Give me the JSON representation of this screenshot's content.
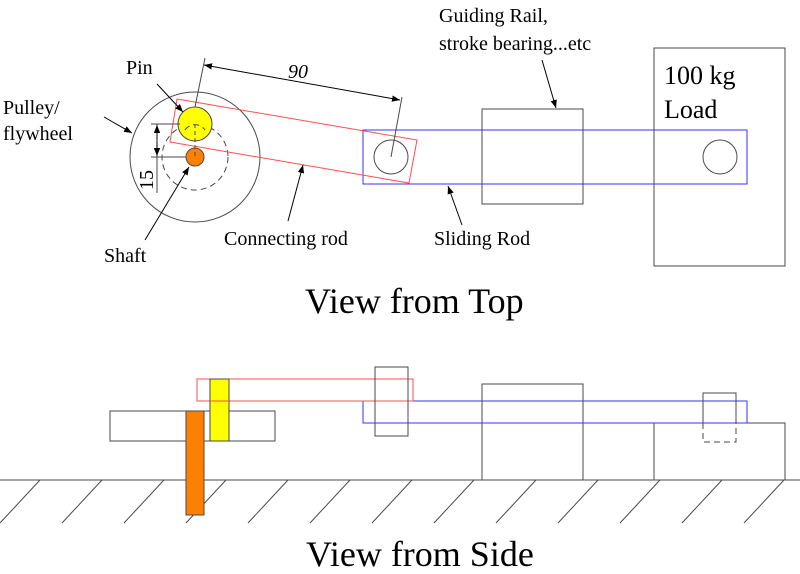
{
  "title": "Crank slider mechanism sketch",
  "colors": {
    "connecting_rod": "#ff4d4d",
    "sliding_rod": "#3333ff",
    "pin": "#ffff00",
    "shaft": "#ff8000",
    "outline": "#4a4a4a"
  },
  "top_view": {
    "caption": "View from Top",
    "labels": {
      "pin": "Pin",
      "pulley_line1": "Pulley/",
      "pulley_line2": "flywheel",
      "shaft": "Shaft",
      "connecting_rod": "Connecting rod",
      "sliding_rod": "Sliding Rod",
      "guide_line1": "Guiding Rail,",
      "guide_line2": "stroke bearing...etc",
      "load_line1": "100 kg",
      "load_line2": "Load"
    },
    "dimensions": {
      "rod_length": "90",
      "crank_offset": "15"
    }
  },
  "side_view": {
    "caption": "View from Side"
  }
}
